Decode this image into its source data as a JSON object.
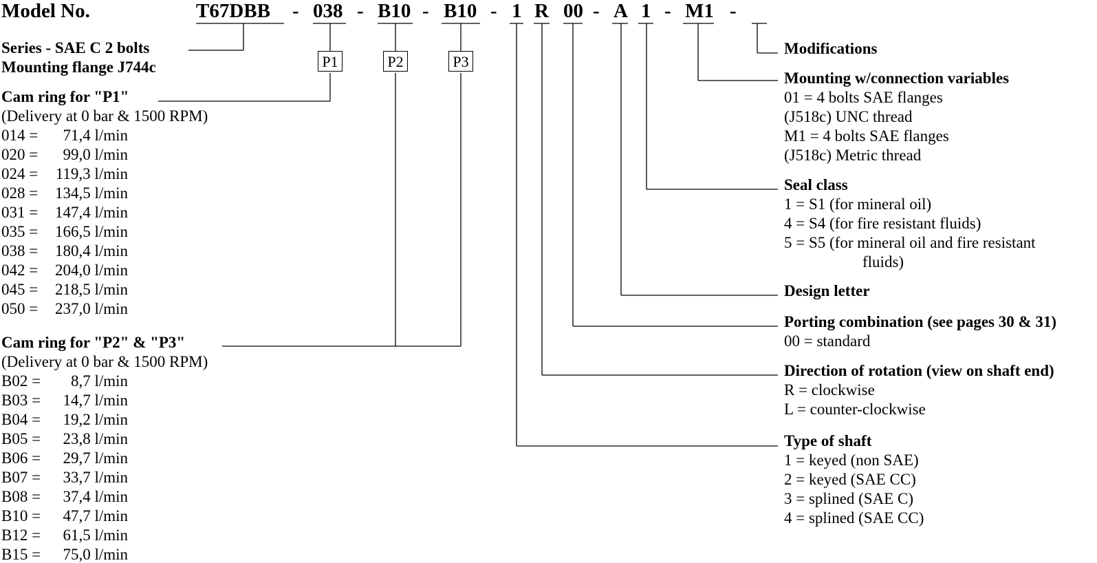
{
  "model": {
    "label": "Model No.",
    "code_parts": [
      "T67DBB",
      "-",
      "038",
      "-",
      "B10",
      "-",
      "B10",
      "-",
      "1",
      "R",
      "00",
      "-",
      "A",
      "1",
      "-",
      "M1",
      "-"
    ]
  },
  "pump_boxes": [
    "P1",
    "P2",
    "P3"
  ],
  "series": {
    "line1": "Series - SAE C 2 bolts",
    "line2": "Mounting flange J744c"
  },
  "cam_p1": {
    "title": "Cam ring for \"P1\"",
    "subtitle": "(Delivery at 0 bar & 1500 RPM)",
    "items": [
      {
        "code": "014 =",
        "value": "71,4 l/min"
      },
      {
        "code": "020 =",
        "value": "99,0 l/min"
      },
      {
        "code": "024 =",
        "value": "119,3 l/min"
      },
      {
        "code": "028 =",
        "value": "134,5 l/min"
      },
      {
        "code": "031 =",
        "value": "147,4 l/min"
      },
      {
        "code": "035 =",
        "value": "166,5 l/min"
      },
      {
        "code": "038 =",
        "value": "180,4 l/min"
      },
      {
        "code": "042 =",
        "value": "204,0 l/min"
      },
      {
        "code": "045 =",
        "value": "218,5 l/min"
      },
      {
        "code": "050 =",
        "value": "237,0 l/min"
      }
    ]
  },
  "cam_p23": {
    "title": "Cam ring for \"P2\" & \"P3\"",
    "subtitle": "(Delivery at 0 bar & 1500 RPM)",
    "items": [
      {
        "code": "B02 =",
        "value": "8,7 l/min"
      },
      {
        "code": "B03 =",
        "value": "14,7 l/min"
      },
      {
        "code": "B04 =",
        "value": "19,2 l/min"
      },
      {
        "code": "B05 =",
        "value": "23,8 l/min"
      },
      {
        "code": "B06 =",
        "value": "29,7 l/min"
      },
      {
        "code": "B07 =",
        "value": "33,7 l/min"
      },
      {
        "code": "B08 =",
        "value": "37,4 l/min"
      },
      {
        "code": "B10 =",
        "value": "47,7 l/min"
      },
      {
        "code": "B12 =",
        "value": "61,5 l/min"
      },
      {
        "code": "B15 =",
        "value": "75,0 l/min"
      }
    ]
  },
  "right": {
    "modifications": {
      "title": "Modifications"
    },
    "mounting": {
      "title": "Mounting w/connection variables",
      "lines": [
        "01 = 4 bolts SAE flanges",
        "(J518c) UNC thread",
        "M1 = 4 bolts SAE flanges",
        "(J518c) Metric thread"
      ]
    },
    "seal": {
      "title": "Seal class",
      "lines": [
        "1 = S1 (for mineral oil)",
        "4 = S4 (for fire resistant fluids)",
        "5 = S5 (for mineral oil and fire resistant",
        "fluids)"
      ]
    },
    "design": {
      "title": "Design letter"
    },
    "porting": {
      "title": "Porting combination (see pages 30 & 31)",
      "lines": [
        "00 = standard"
      ]
    },
    "rotation": {
      "title": "Direction of rotation (view on shaft end)",
      "lines": [
        "R = clockwise",
        "L = counter-clockwise"
      ]
    },
    "shaft": {
      "title": "Type of shaft",
      "lines": [
        "1 = keyed (non SAE)",
        "2 = keyed (SAE CC)",
        "3 = splined (SAE C)",
        "4 = splined (SAE CC)"
      ]
    }
  }
}
